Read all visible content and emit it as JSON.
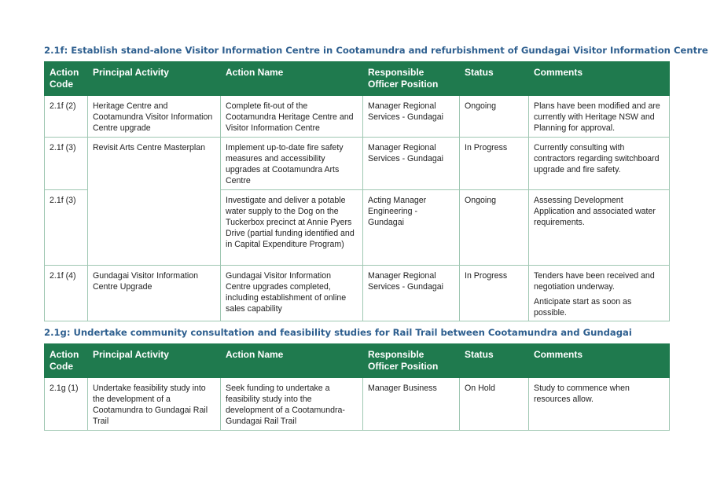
{
  "section1": {
    "title": "2.1f: Establish stand-alone Visitor Information Centre in Cootamundra and refurbishment of Gundagai Visitor Information Centre",
    "headers": {
      "code": "Action Code",
      "activity": "Principal Activity",
      "action": "Action Name",
      "officer": "Responsible Officer Position",
      "status": "Status",
      "comments": "Comments"
    },
    "rows": [
      {
        "code": "2.1f (2)",
        "activity": "Heritage Centre and Cootamundra Visitor Information Centre upgrade",
        "action": "Complete fit-out of the Cootamundra Heritage Centre and Visitor Information Centre",
        "officer": "Manager Regional Services - Gundagai",
        "status": "Ongoing",
        "comments": "Plans have been modified and are currently with Heritage NSW and Planning for approval."
      },
      {
        "code": "2.1f (3)",
        "activity": "Revisit Arts Centre Masterplan",
        "action": "Implement up-to-date fire safety measures and accessibility upgrades at Cootamundra Arts Centre",
        "officer": "Manager Regional Services - Gundagai",
        "status": "In Progress",
        "comments": "Currently consulting with contractors regarding switchboard upgrade and fire safety."
      },
      {
        "code": "2.1f (3)",
        "action": "Investigate and deliver a potable water supply to the Dog on the Tuckerbox precinct at Annie Pyers Drive (partial funding identified and in Capital Expenditure Program)",
        "officer": "Acting Manager Engineering - Gundagai",
        "status": "Ongoing",
        "comments": "Assessing Development Application and associated water requirements."
      },
      {
        "code": "2.1f (4)",
        "activity": "Gundagai Visitor Information Centre Upgrade",
        "action": "Gundagai Visitor Information Centre upgrades completed, including establishment of online sales capability",
        "officer": "Manager Regional Services - Gundagai",
        "status": "In Progress",
        "comments": "Tenders have been received and negotiation underway.",
        "comments2": "Anticipate start as soon as possible."
      }
    ]
  },
  "section2": {
    "title": "2.1g: Undertake community consultation and feasibility studies for Rail Trail between Cootamundra and Gundagai",
    "headers": {
      "code": "Action Code",
      "activity": "Principal Activity",
      "action": "Action Name",
      "officer": "Responsible Officer Position",
      "status": "Status",
      "comments": "Comments"
    },
    "rows": [
      {
        "code": "2.1g (1)",
        "activity": "Undertake feasibility study into the development of a Cootamundra to Gundagai Rail Trail",
        "action": "Seek funding to undertake a feasibility study into the development of a Cootamundra-Gundagai Rail Trail",
        "officer": "Manager Business",
        "status": "On Hold",
        "comments": "Study to commence when resources allow."
      }
    ]
  }
}
